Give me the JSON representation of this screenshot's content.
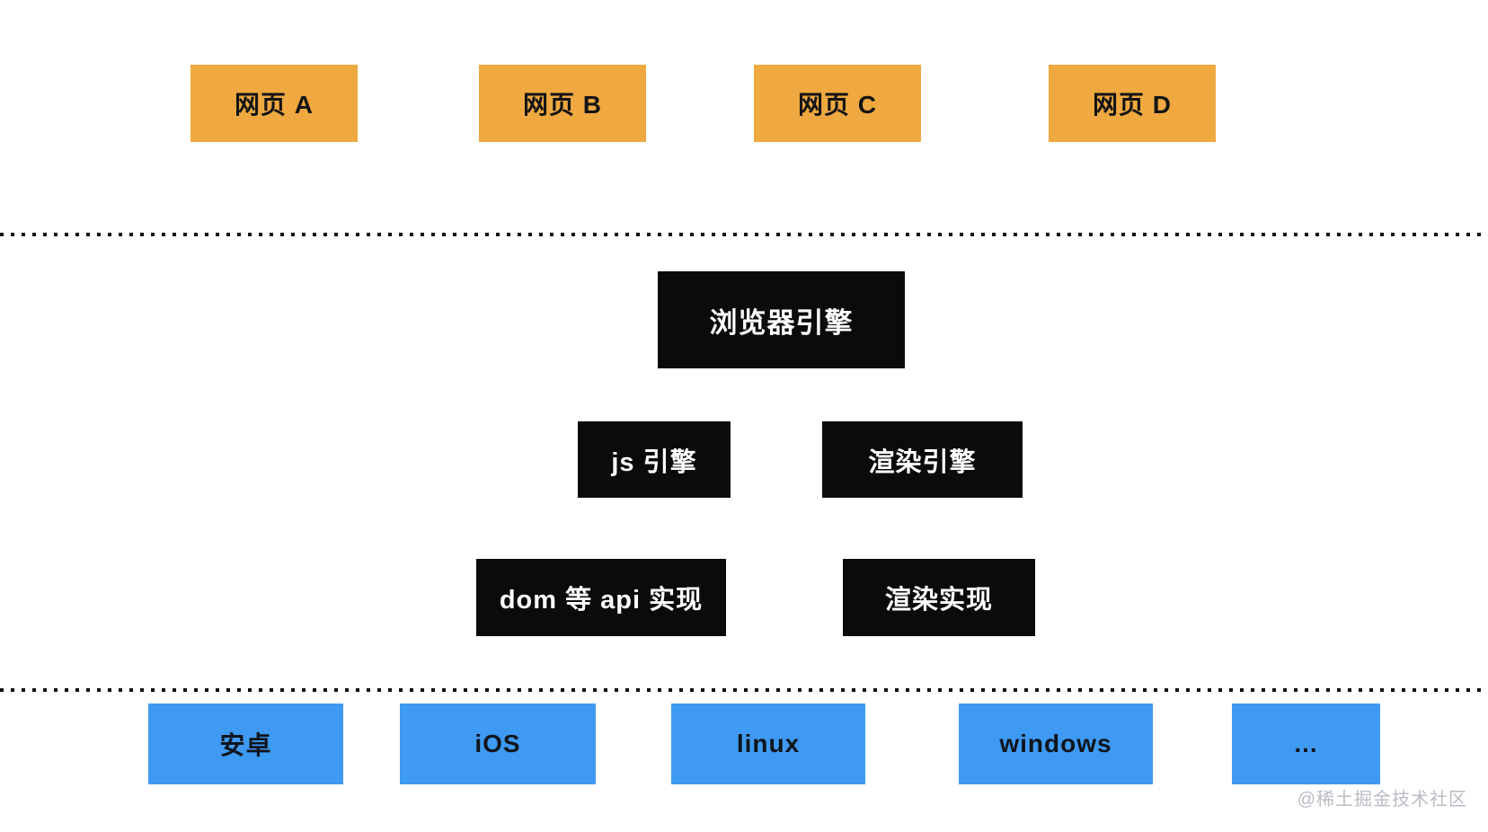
{
  "colors": {
    "background": "#ffffff",
    "webpage_box": "#efa940",
    "engine_box": "#0b0b0b",
    "platform_box": "#3e9af2",
    "engine_text": "#ffffff",
    "box_text": "#141414",
    "dotted_line": "#111111",
    "watermark_text": "#b9bcc3"
  },
  "diagram": {
    "web_pages": [
      {
        "label": "网页 A"
      },
      {
        "label": "网页 B"
      },
      {
        "label": "网页 C"
      },
      {
        "label": "网页 D"
      }
    ],
    "browser_engine": {
      "label": "浏览器引擎"
    },
    "engines": [
      {
        "label": "js 引擎"
      },
      {
        "label": "渲染引擎"
      }
    ],
    "implementations": [
      {
        "label": "dom 等 api 实现"
      },
      {
        "label": "渲染实现"
      }
    ],
    "platforms": [
      {
        "label": "安卓"
      },
      {
        "label": "iOS"
      },
      {
        "label": "linux"
      },
      {
        "label": "windows"
      },
      {
        "label": "..."
      }
    ],
    "watermark": "@稀土掘金技术社区"
  }
}
